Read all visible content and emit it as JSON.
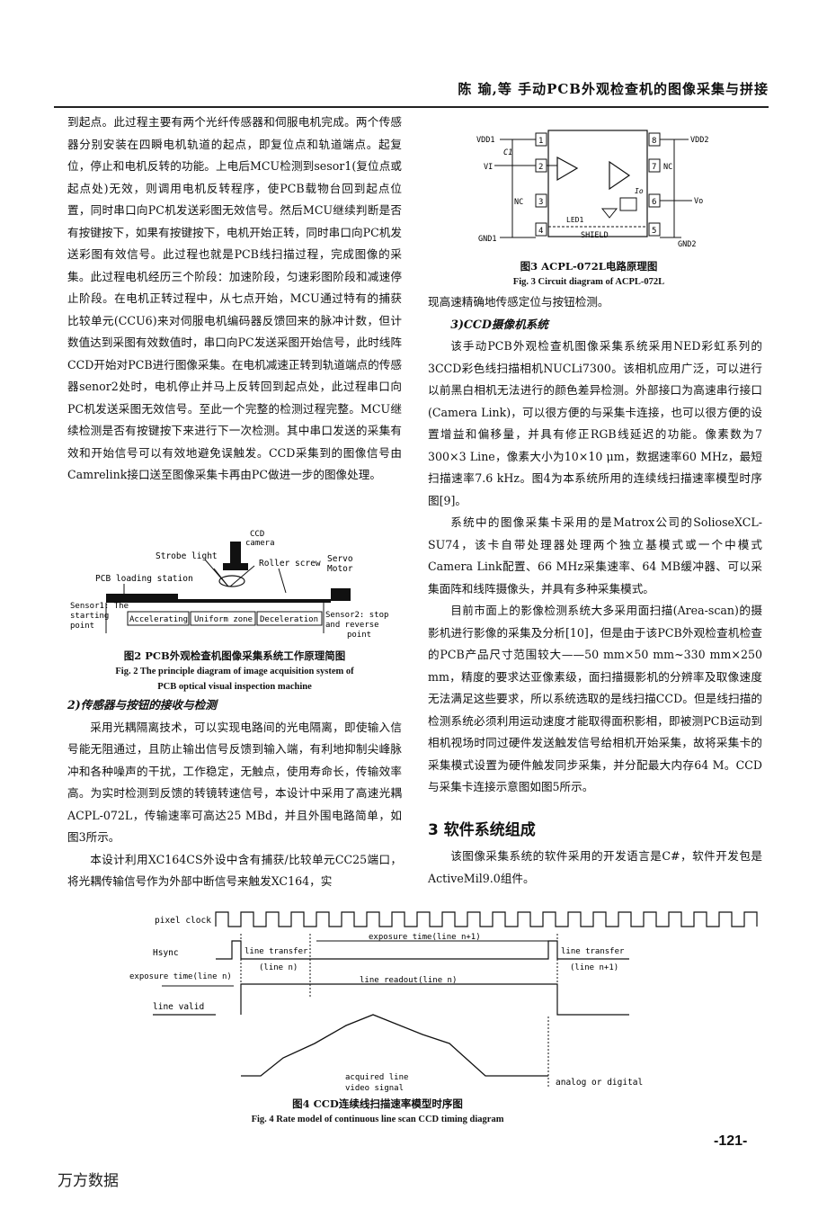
{
  "header": {
    "title": "陈 瑜,等   手动PCB外观检查机的图像采集与拼接"
  },
  "left_col": {
    "p1": "到起点。此过程主要有两个光纤传感器和伺服电机完成。两个传感器分别安装在四瞬电机轨道的起点，即复位点和轨道端点。起复位，停止和电机反转的功能。上电后MCU检测到sesor1(复位点或起点处)无效，则调用电机反转程序，使PCB载物台回到起点位置，同时串口向PC机发送彩图无效信号。然后MCU继续判断是否有按键按下，如果有按键按下，电机开始正转，同时串口向PC机发送彩图有效信号。此过程也就是PCB线扫描过程，完成图像的采集。此过程电机经历三个阶段：加速阶段，匀速彩图阶段和减速停止阶段。在电机正转过程中，从七点开始，MCU通过特有的捕获比较单元(CCU6)来对伺服电机编码器反馈回来的脉冲计数，但计数值达到采图有效数值时，串口向PC发送采图开始信号，此时线阵CCD开始对PCB进行图像采集。在电机减速正转到轨道端点的传感器senor2处时，电机停止并马上反转回到起点处，此过程串口向PC机发送采图无效信号。至此一个完整的检测过程完整。MCU继续检测是否有按键按下来进行下一次检测。其中串口发送的采集有效和开始信号可以有效地避免误触发。CCD采集到的图像信号由Camrelink接口送至图像采集卡再由PC做进一步的图像处理。",
    "fig2_caption_cn": "图2  PCB外观检查机图像采集系统工作原理简图",
    "fig2_caption_en1": "Fig. 2   The principle diagram of image acquisition system of",
    "fig2_caption_en2": "PCB optical visual inspection machine",
    "sub2": "2)传感器与按钮的接收与检测",
    "p2": "采用光耦隔离技术，可以实现电路间的光电隔离，即使输入信号能无阻通过，且防止输出信号反馈到输入端，有利地抑制尖峰脉冲和各种噪声的干扰，工作稳定，无触点，使用寿命长，传输效率高。为实时检测到反馈的转镜转速信号，本设计中采用了高速光耦ACPL-072L，传输速率可高达25 MBd，并且外围电路简单，如图3所示。",
    "p3": "本设计利用XC164CS外设中含有捕获/比较单元CC25端口，将光耦传输信号作为外部中断信号来触发XC164，实"
  },
  "fig2": {
    "ccd_camera": "CCD",
    "ccd_camera2": "camera",
    "strobe_light": "Strobe light",
    "roller_screw": "Roller screw",
    "pcb_loading": "PCB loading station",
    "servo": "Servo",
    "motor": "Motor",
    "sensor1": "Sensor1: The",
    "starting": "starting",
    "point": "point",
    "accelerating": "Accelerating",
    "uniform": "Uniform zone",
    "deceleration": "Deceleration",
    "sensor2": "Sensor2: stop",
    "reverse": "and reverse",
    "point2": "point"
  },
  "fig3": {
    "vdd1": "VDD1",
    "vdd2": "VDD2",
    "c1": "C1",
    "vi": "VI",
    "vo": "Vo",
    "nc_left": "NC",
    "nc_right": "NC",
    "gnd1": "GND1",
    "gnd2": "GND2",
    "led1": "LED1",
    "shield": "SHIELD",
    "io": "Io",
    "pins": [
      "1",
      "2",
      "3",
      "4",
      "8",
      "7",
      "6",
      "5"
    ],
    "caption_cn": "图3   ACPL-072L电路原理图",
    "caption_en": "Fig. 3   Circuit diagram of ACPL-072L"
  },
  "right_col": {
    "p0": "现高速精确地传感定位与按钮检测。",
    "sub3": "3)CCD摄像机系统",
    "p1": "该手动PCB外观检查机图像采集系统采用NED彩虹系列的3CCD彩色线扫描相机NUCLi7300。该相机应用广泛，可以进行以前黑白相机无法进行的颜色差异检测。外部接口为高速串行接口(Camera Link)，可以很方便的与采集卡连接，也可以很方便的设置增益和偏移量，并具有修正RGB线延迟的功能。像素数为7 300×3 Line，像素大小为10×10 μm，数据速率60 MHz，最短扫描速率7.6 kHz。图4为本系统所用的连续线扫描速率模型时序图[9]。",
    "p2": "系统中的图像采集卡采用的是Matrox公司的SolioseXCL-SU74，该卡自带处理器处理两个独立基模式或一个中模式Camera Link配置、66 MHz采集速率、64 MB缓冲器、可以采集面阵和线阵摄像头，并具有多种采集模式。",
    "p3": "目前市面上的影像检测系统大多采用面扫描(Area-scan)的摄影机进行影像的采集及分析[10]，但是由于该PCB外观检查机检查的PCB产品尺寸范围较大——50 mm×50 mm~330 mm×250 mm，精度的要求达亚像素级，面扫描摄影机的分辨率及取像速度无法满足这些要求，所以系统选取的是线扫描CCD。但是线扫描的检测系统必须利用运动速度才能取得面积影相，即被测PCB运动到相机视场时同过硬件发送触发信号给相机开始采集，故将采集卡的采集模式设置为硬件触发同步采集，并分配最大内存64 M。CCD与采集卡连接示意图如图5所示。",
    "sec3": "3  软件系统组成",
    "p4": "该图像采集系统的软件采用的开发语言是C#，软件开发包是ActiveMil9.0组件。"
  },
  "fig4": {
    "pixel_clock": "pixel clock",
    "hsync": "Hsync",
    "exposure_n": "exposure time(line n)",
    "line_valid": "line valid",
    "line_transfer1": "line transfer",
    "line_n": "(line n)",
    "exposure_n1": "exposure time(line n+1)",
    "line_transfer2": "line transfer",
    "line_n1": "(line n+1)",
    "line_readout": "line readout(line n)",
    "acquired1": "acquired line",
    "acquired2": "video signal",
    "analog": "analog or digital",
    "caption_cn": "图4   CCD连续线扫描速率模型时序图",
    "caption_en": "Fig. 4   Rate model of continuous line scan CCD timing diagram"
  },
  "page_number": "-121-",
  "watermark": "万方数据"
}
